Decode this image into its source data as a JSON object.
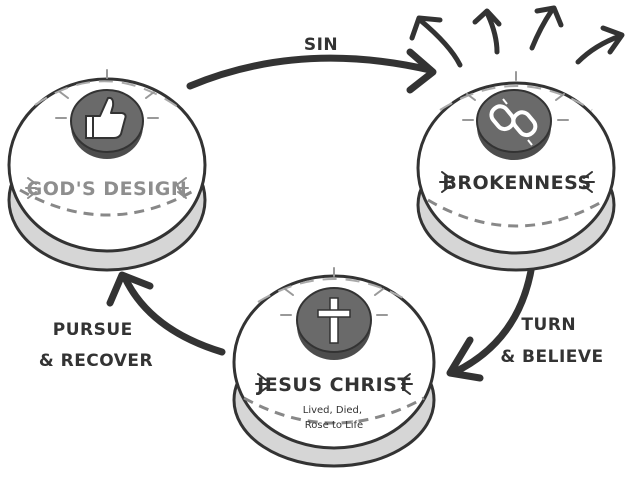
{
  "diagram": {
    "nodes": [
      {
        "id": "gods-design",
        "title": "GOD'S DESIGN",
        "icon": "thumbs-up-icon"
      },
      {
        "id": "brokenness",
        "title": "BROKENNESS",
        "icon": "broken-chain-icon"
      },
      {
        "id": "jesus-christ",
        "title": "JESUS CHRIST",
        "icon": "cross-icon",
        "subtitle": [
          "Lived, Died,",
          "Rose to Life"
        ]
      }
    ],
    "edges": [
      {
        "from": "gods-design",
        "to": "brokenness",
        "label": [
          "SIN"
        ]
      },
      {
        "from": "brokenness",
        "to": "jesus-christ",
        "label": [
          "TURN",
          "& BELIEVE"
        ]
      },
      {
        "from": "jesus-christ",
        "to": "gods-design",
        "label": [
          "PURSUE",
          "& RECOVER"
        ]
      }
    ],
    "colors": {
      "stroke": "#333333",
      "puck_top": "#ffffff",
      "puck_side": "#d6d6d6",
      "icon_disc": "#6a6a6a",
      "label_light": "#8e8e8e"
    }
  }
}
